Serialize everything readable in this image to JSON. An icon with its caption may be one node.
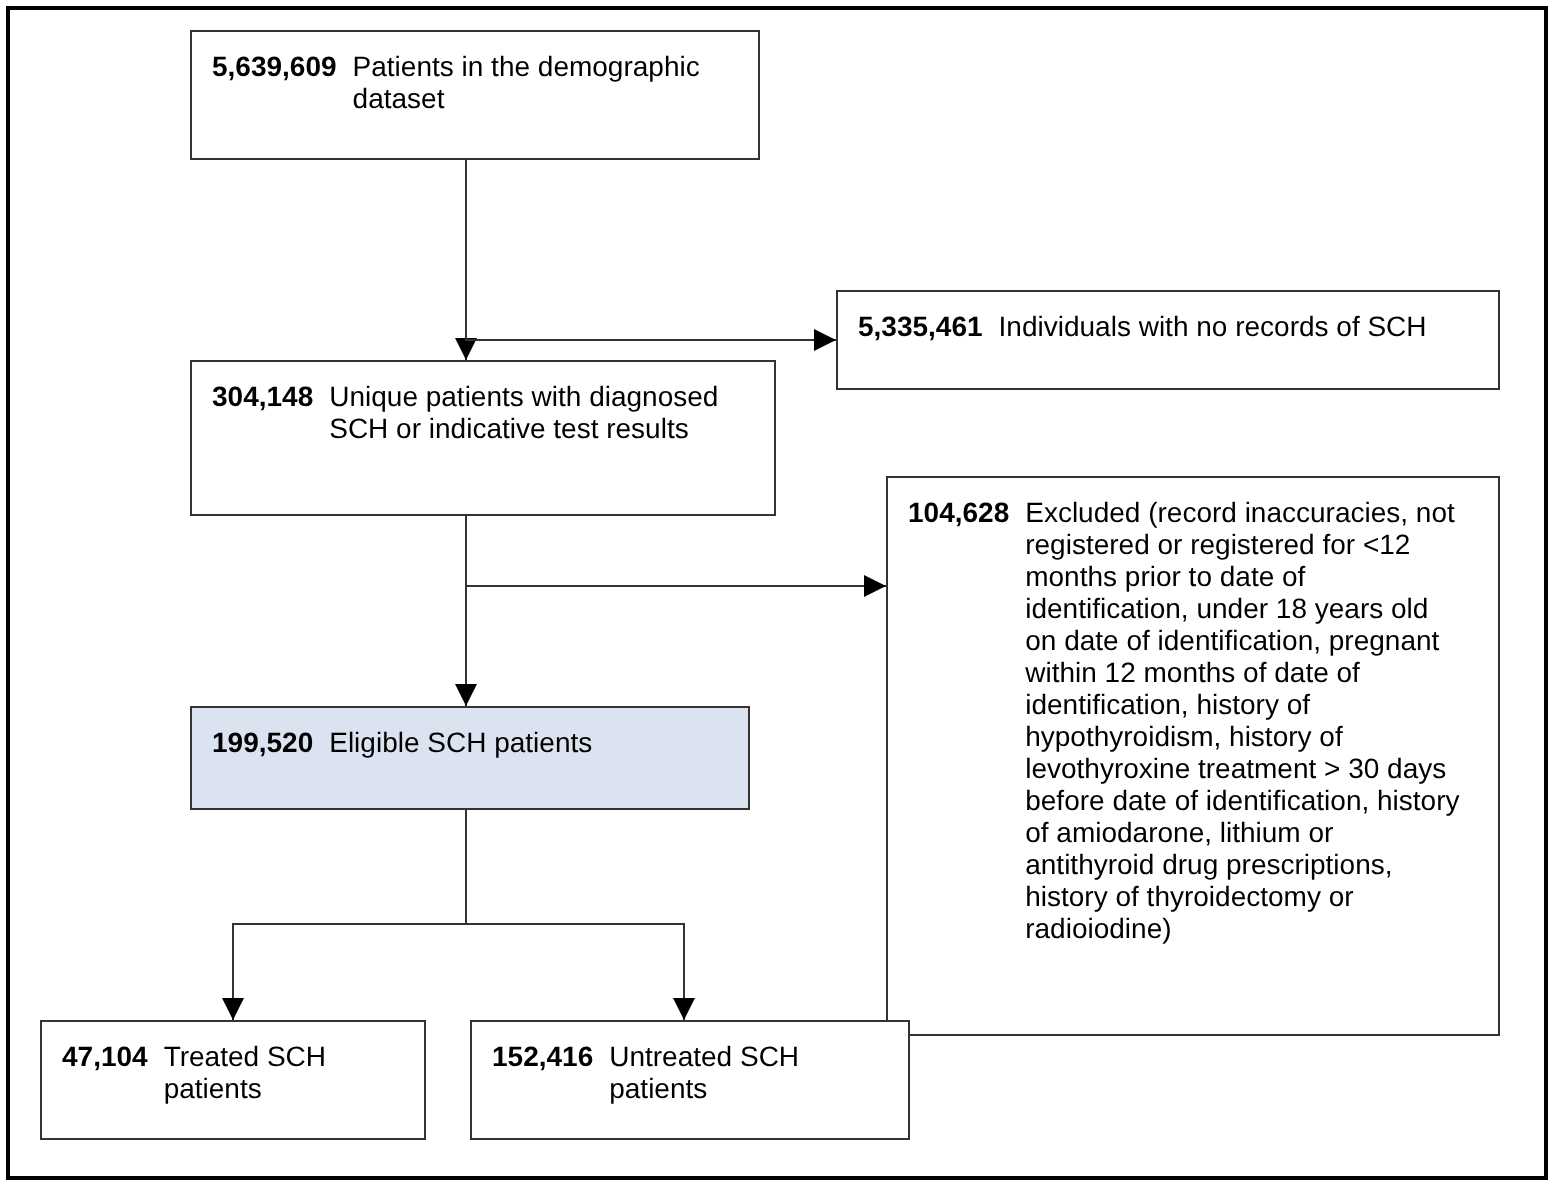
{
  "diagram": {
    "nodes": [
      {
        "text": [
          "5,639,609",
          "Patients in the demographic dataset"
        ]
      },
      {
        "text": [
          "5,335,461",
          "Individuals with no records of SCH"
        ]
      },
      {
        "text": [
          "304,148",
          "Unique patients with diagnosed SCH or indicative test results"
        ]
      },
      {
        "text": [
          "104,628",
          "Excluded (record inaccuracies, not registered or registered for <12 months prior to date of identification, under 18 years old on date of identification, pregnant within 12 months of date of identification, history of hypothyroidism, history of levothyroxine treatment > 30 days before date of identification, history of amiodarone, lithium or antithyroid drug prescriptions, history of thyroidectomy or radioiodine)"
        ]
      },
      {
        "text": [
          "199,520",
          "Eligible SCH patients"
        ]
      },
      {
        "text": [
          "47,104",
          "Treated SCH patients"
        ]
      },
      {
        "text": [
          "152,416",
          "Untreated SCH patients"
        ]
      }
    ],
    "edges": [
      {
        "from": 0,
        "to": 2,
        "arrow": "to"
      },
      {
        "from": 0,
        "to": 1,
        "arrow": "to"
      },
      {
        "from": 2,
        "to": 4,
        "arrow": "to"
      },
      {
        "from": 2,
        "to": 3,
        "arrow": "to"
      },
      {
        "from": 4,
        "to": 5,
        "arrow": "to"
      },
      {
        "from": 4,
        "to": 6,
        "arrow": "to"
      }
    ]
  }
}
